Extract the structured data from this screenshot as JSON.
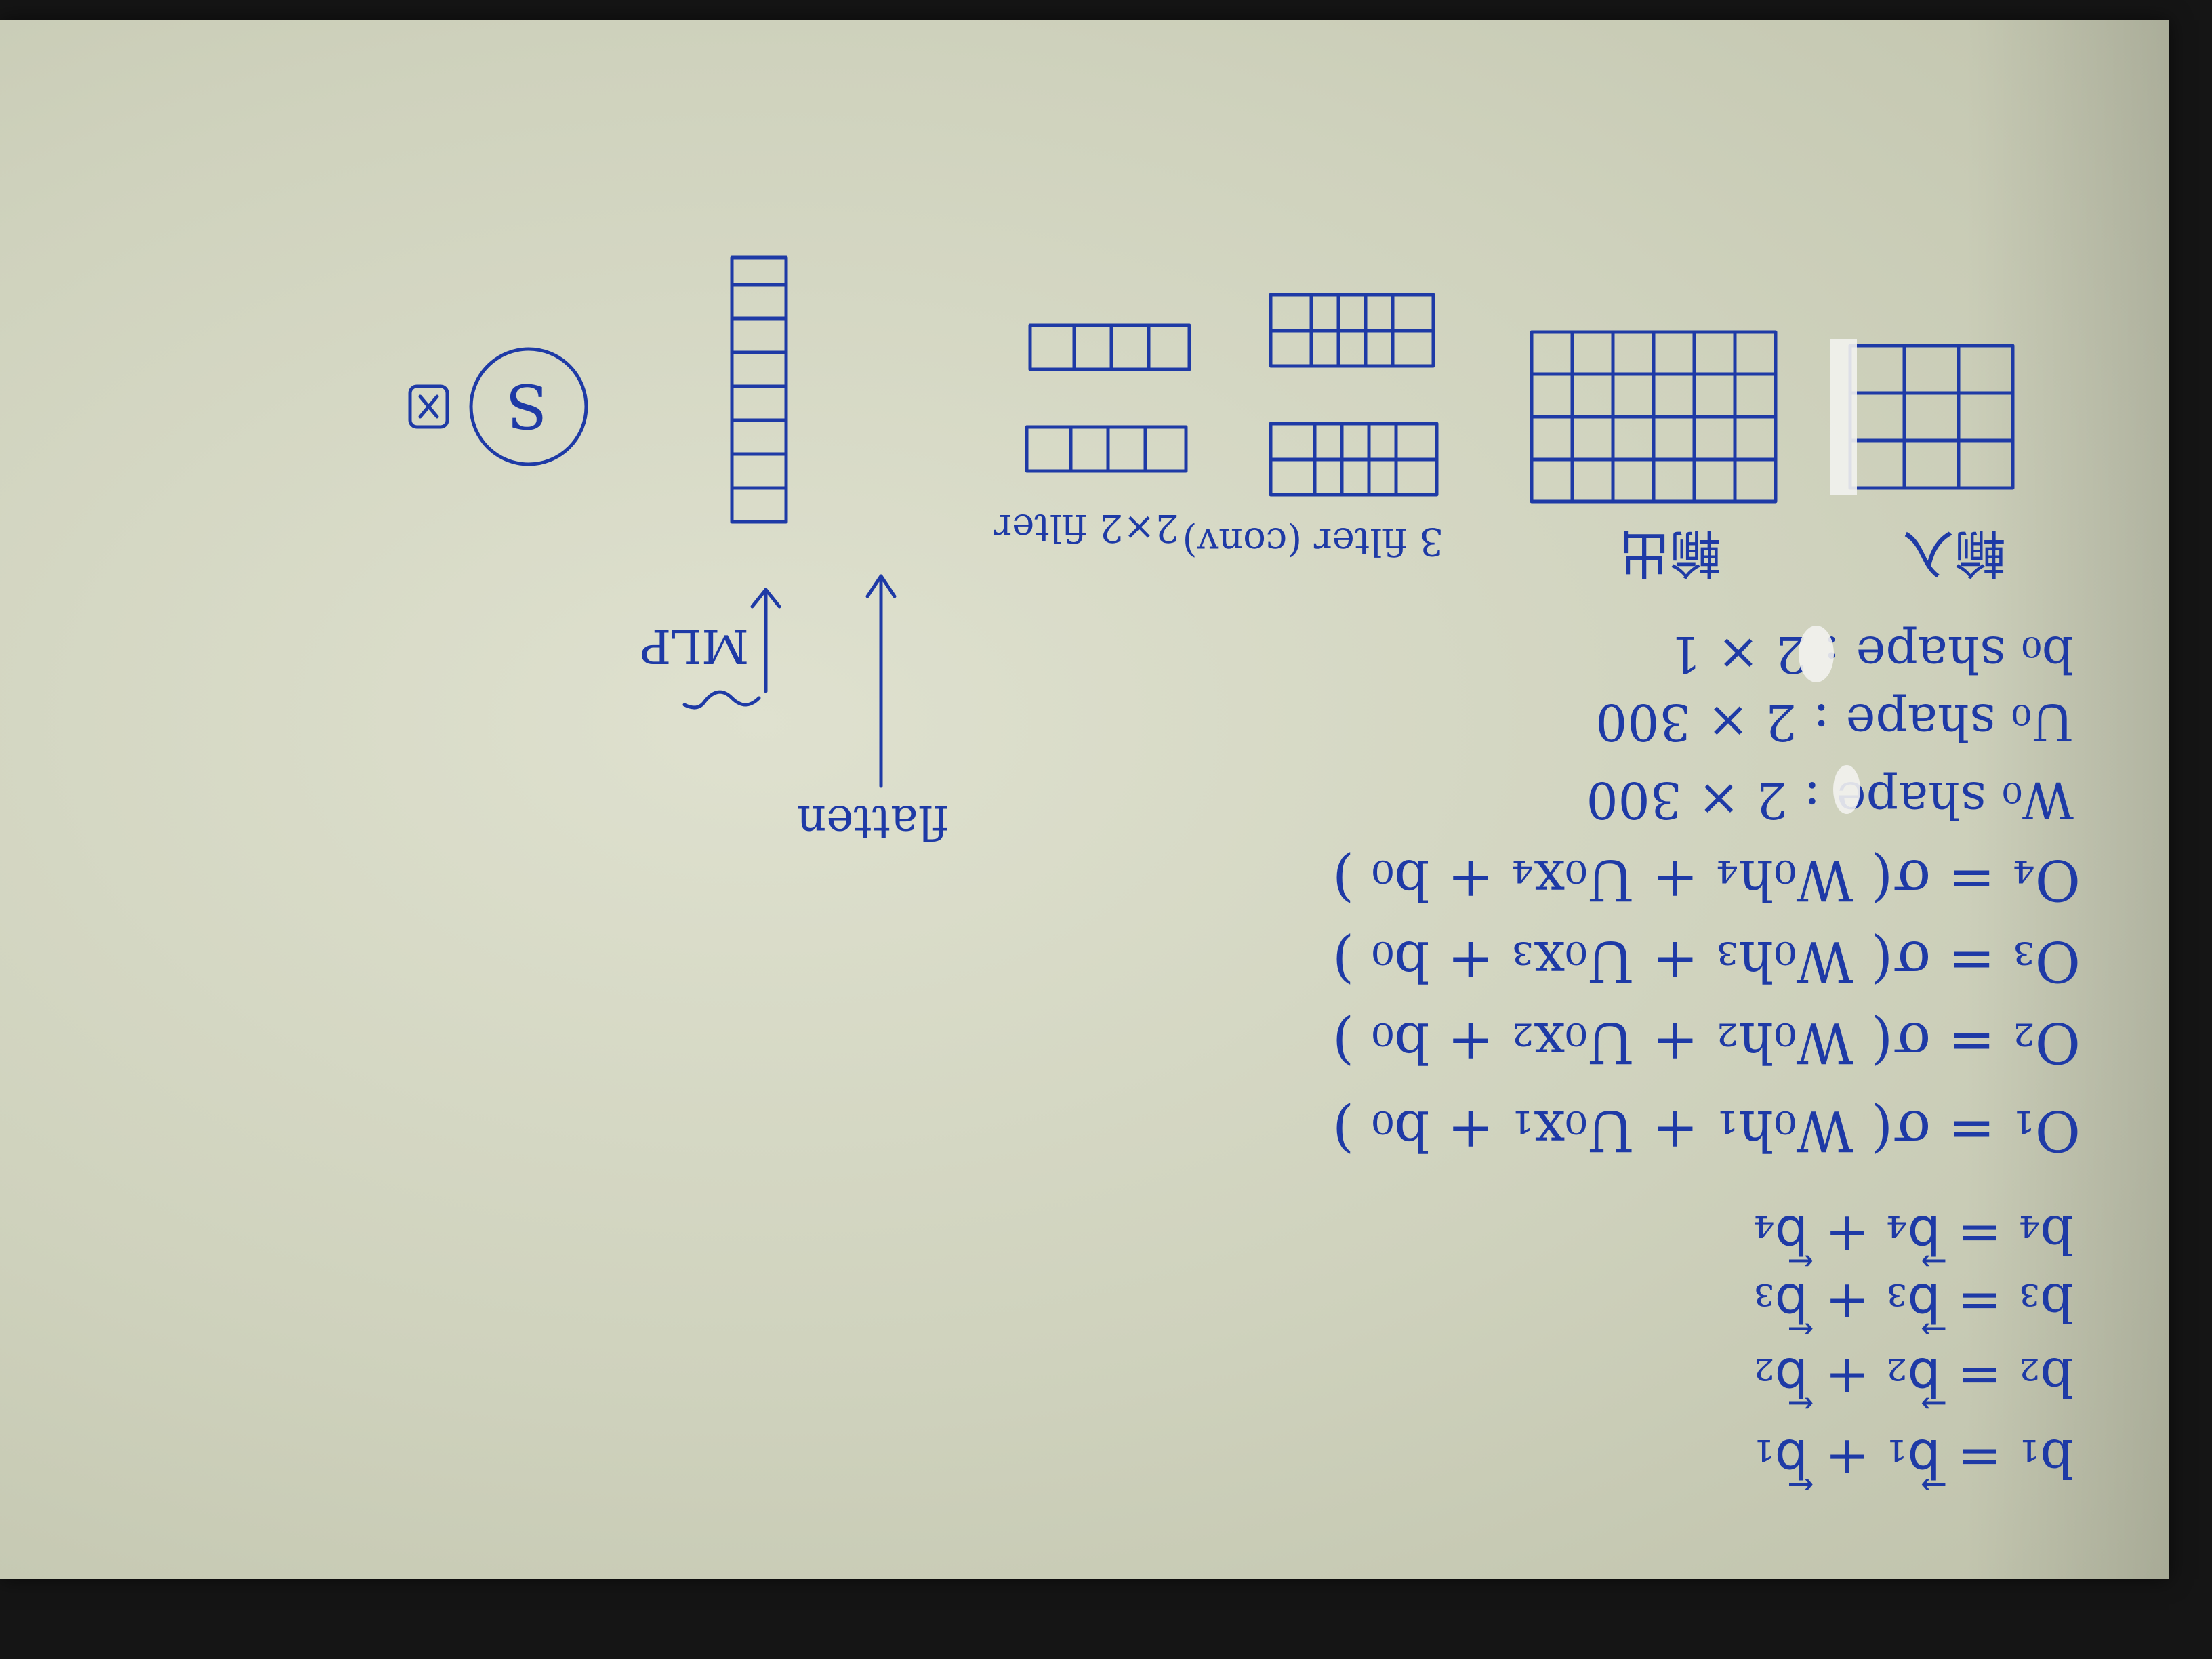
{
  "photo": {
    "ink_color": "#1e3aa6",
    "paper_color": "#d6d8c4",
    "background_color": "#151515",
    "orientation": "upside-down (rotated 180 degrees)"
  },
  "notes": {
    "equations_b": [
      "b₁ = b⃗₁ + b⃖₁",
      "b₂ = b⃗₂ + b⃖₂",
      "b₃ = b⃗₃ + b⃖₃",
      "b₄ = b⃗₄ + b⃖₄"
    ],
    "equations_o": [
      "O₁ = σ( W₀h₁ + U₀x₁ + b₀ )",
      "O₂ = σ( W₀h₂ + U₀x₂ + b₀ )",
      "O₃ = σ( W₀h₃ + U₀x₃ + b₀ )",
      "O₄ = σ( W₀h₄ + U₀x₄ + b₀ )"
    ],
    "shapes": [
      "W₀ shape : 2 × 300",
      "U₀ shape : 2 × 300",
      "b₀ shape : 2 × 1"
    ],
    "label_input": "輸入",
    "label_output": "輸出",
    "label_conv": "3 filter (conv)",
    "label_pool": "2×2 filter",
    "label_flatten": "flatten",
    "label_mlp": "MLP",
    "label_result": "S"
  }
}
